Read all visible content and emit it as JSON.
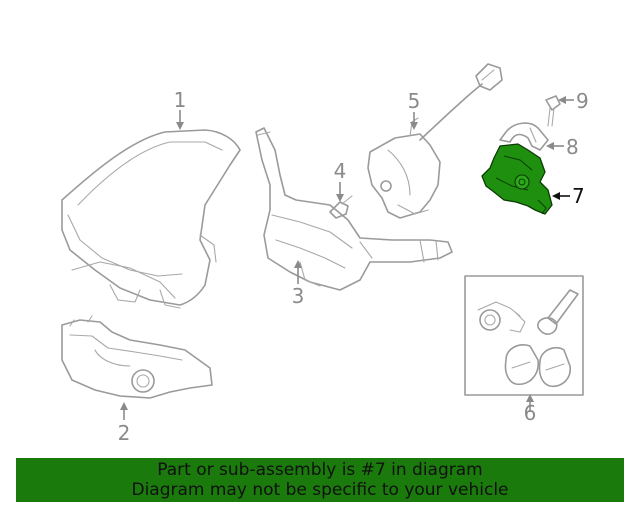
{
  "diagram": {
    "callouts": [
      "1",
      "2",
      "3",
      "4",
      "5",
      "6",
      "7",
      "8",
      "9"
    ],
    "highlighted_part": "7",
    "highlight_color": "#1e8f0e",
    "line_color": "#9a9a9a"
  },
  "banner": {
    "line1": "Part or sub-assembly is #7 in diagram",
    "line2": "Diagram may not be specific to your vehicle",
    "background": "#1a7a0c"
  }
}
